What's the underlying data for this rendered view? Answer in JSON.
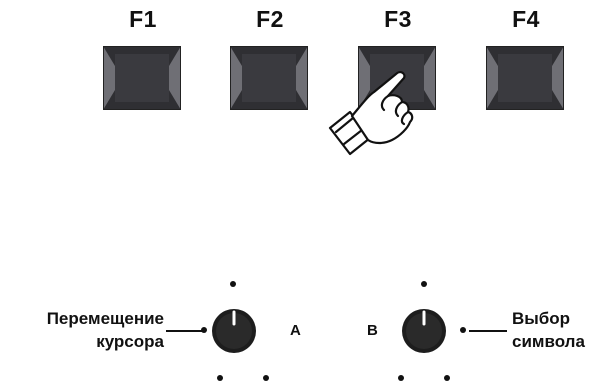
{
  "function_keys": [
    {
      "label": "F1"
    },
    {
      "label": "F2"
    },
    {
      "label": "F3"
    },
    {
      "label": "F4"
    }
  ],
  "pressed_key": "F3",
  "knobs": {
    "left": {
      "letter": "A",
      "caption_line1": "Перемещение",
      "caption_line2": "курсора"
    },
    "right": {
      "letter": "B",
      "caption_line1": "Выбор",
      "caption_line2": "символа"
    }
  },
  "icons": [
    "pointing-hand-icon",
    "rotary-knob-icon"
  ],
  "colors": {
    "key_face": "#2f2f33",
    "key_edge": "#7c7c82",
    "knob": "#1d1d1d",
    "text": "#111111"
  }
}
